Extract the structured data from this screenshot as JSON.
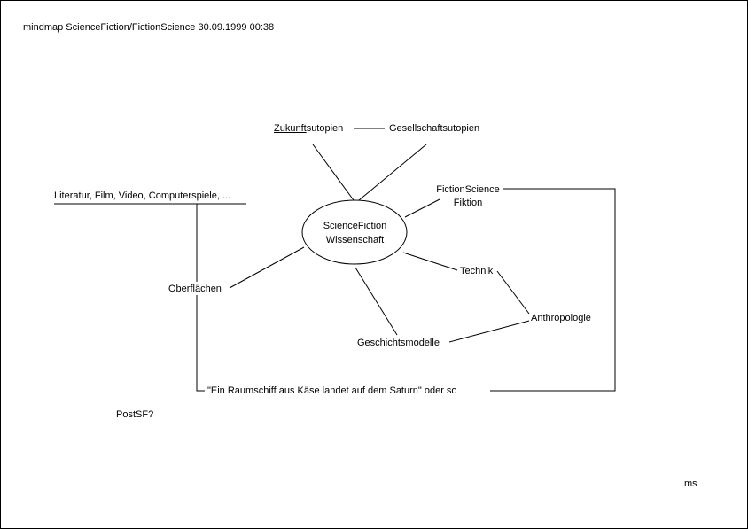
{
  "header": "mindmap  ScienceFiction/FictionScience  30.09.1999  00:38",
  "center": {
    "line1": "ScienceFiction",
    "line2": "Wissenschaft"
  },
  "nodes": {
    "zukunft_underlined": "Zukunft",
    "zukunft_rest": "sutopien",
    "gesellschaft": "Gesellschaftsutopien",
    "fiction_line1": "FictionScience",
    "fiction_line2": "Fiktion",
    "literatur": "Literatur, Film, Video, Computerspiele, ...",
    "technik": "Technik",
    "anthropologie": "Anthropologie",
    "geschichte": "Geschichtsmodelle",
    "oberflaechen": "Oberflächen",
    "raumschiff": "\"Ein Raumschiff aus Käse landet auf dem Saturn\" oder so",
    "postsf": "PostSF?"
  },
  "signature": "ms"
}
